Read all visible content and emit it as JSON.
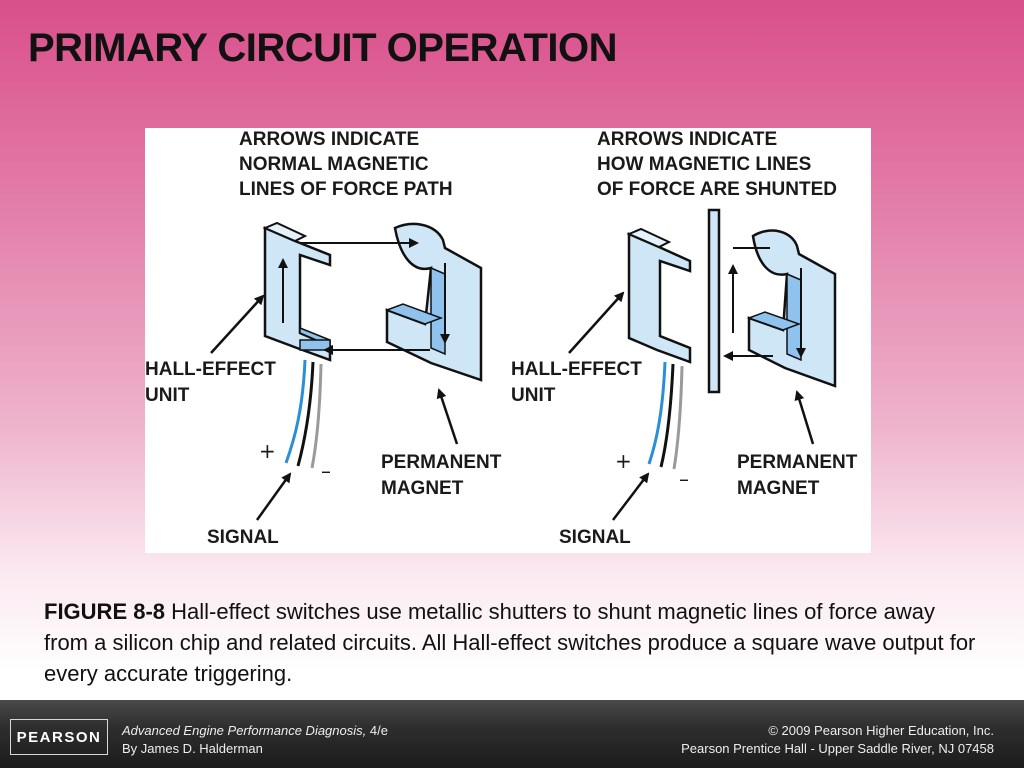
{
  "slide": {
    "title": "PRIMARY CIRCUIT OPERATION"
  },
  "figure": {
    "left_panel": {
      "header": [
        "ARROWS INDICATE",
        "NORMAL MAGNETIC",
        "LINES OF FORCE PATH"
      ],
      "hall_label": [
        "HALL-EFFECT",
        "UNIT"
      ],
      "magnet_label": [
        "PERMANENT",
        "MAGNET"
      ],
      "signal_label": "SIGNAL",
      "plus": "+",
      "minus": "–"
    },
    "right_panel": {
      "header": [
        "ARROWS INDICATE",
        "HOW MAGNETIC LINES",
        "OF FORCE ARE SHUNTED"
      ],
      "hall_label": [
        "HALL-EFFECT",
        "UNIT"
      ],
      "magnet_label": [
        "PERMANENT",
        "MAGNET"
      ],
      "signal_label": "SIGNAL",
      "plus": "+",
      "minus": "–"
    },
    "colors": {
      "part_fill": "#cfe6f7",
      "part_shade": "#8fc3ee",
      "wire_blue": "#2a8fd4",
      "wire_gray": "#9a9a9a"
    }
  },
  "caption": {
    "figure_number": "FIGURE 8-8",
    "text": " Hall-effect switches use metallic shutters to shunt magnetic lines of force away from a silicon chip and related circuits. All Hall-effect switches produce a square wave output for every accurate triggering."
  },
  "footer": {
    "logo": "PEARSON",
    "book_title": "Advanced Engine Performance Diagnosis,",
    "edition": " 4/e",
    "author": "By James D. Halderman",
    "copyright": "© 2009 Pearson Higher Education, Inc.",
    "publisher": "Pearson Prentice Hall - Upper Saddle River, NJ 07458"
  }
}
